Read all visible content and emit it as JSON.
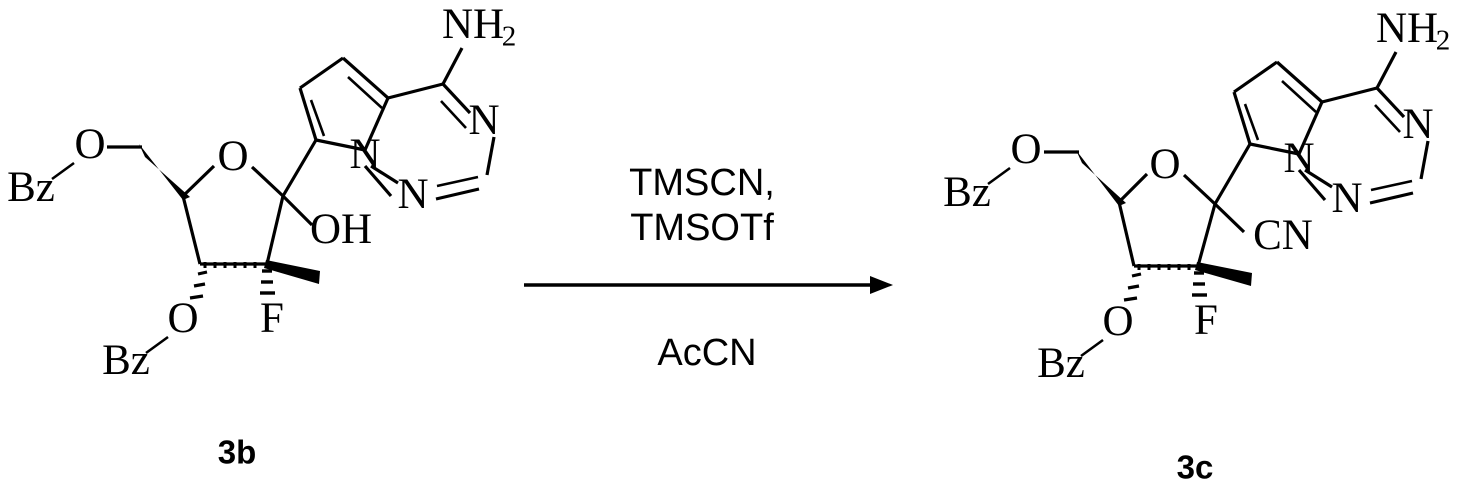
{
  "scheme": {
    "type": "chemical-reaction-scheme",
    "reactant": {
      "compound_label": "3b",
      "atom_labels": {
        "amine": "NH",
        "amine_sub": "2",
        "ring_n1": "N",
        "ring_n2": "N",
        "ring_n4": "N",
        "ring_o": "O",
        "hydroxyl": "OH",
        "fluorine": "F",
        "ester_o_top": "O",
        "benzoyl_top": "Bz",
        "ester_o_bottom": "O",
        "benzoyl_bottom": "Bz"
      }
    },
    "arrow": {
      "reagents_line1": "TMSCN,",
      "reagents_line2": "TMSOTf",
      "solvent": "AcCN"
    },
    "product": {
      "compound_label": "3c",
      "atom_labels": {
        "amine": "NH",
        "amine_sub": "2",
        "ring_n1": "N",
        "ring_n2": "N",
        "ring_n4": "N",
        "ring_o": "O",
        "nitrile": "CN",
        "fluorine": "F",
        "ester_o_top": "O",
        "benzoyl_top": "Bz",
        "ester_o_bottom": "O",
        "benzoyl_bottom": "Bz"
      }
    },
    "colors": {
      "ink": "#000000",
      "background": "#ffffff"
    }
  }
}
